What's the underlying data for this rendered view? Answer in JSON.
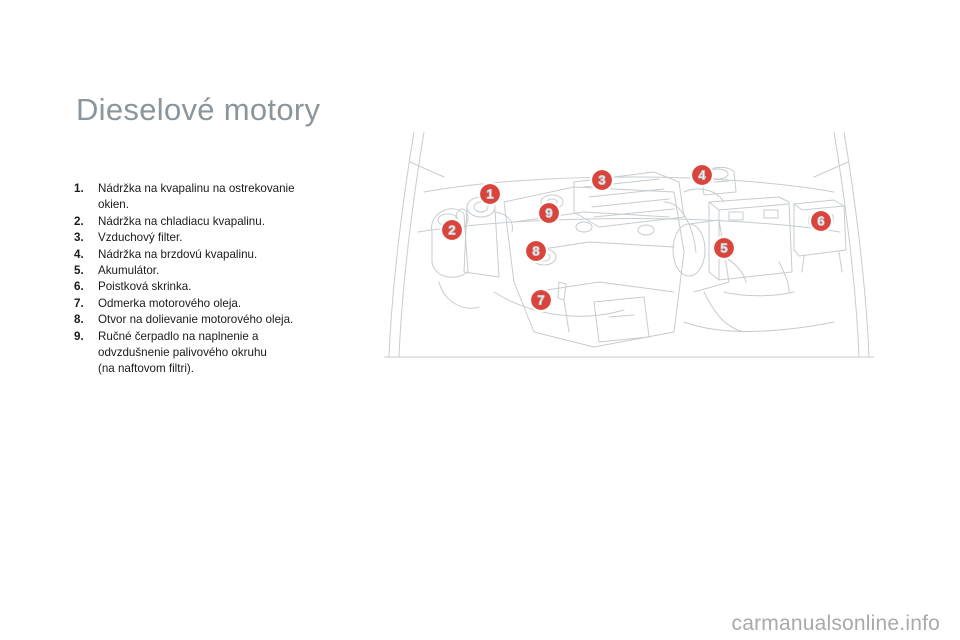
{
  "page": {
    "title": "Dieselové motory"
  },
  "legend": [
    {
      "number": "1.",
      "text": "Nádržka na kvapalinu na ostrekovanie\nokien."
    },
    {
      "number": "2.",
      "text": "Nádržka na chladiacu kvapalinu."
    },
    {
      "number": "3.",
      "text": "Vzduchový filter."
    },
    {
      "number": "4.",
      "text": "Nádržka na brzdovú kvapalinu."
    },
    {
      "number": "5.",
      "text": "Akumulátor."
    },
    {
      "number": "6.",
      "text": "Poistková skrinka."
    },
    {
      "number": "7.",
      "text": "Odmerka motorového oleja."
    },
    {
      "number": "8.",
      "text": "Otvor na dolievanie motorového oleja."
    },
    {
      "number": "9.",
      "text": "Ručné čerpadlo na naplnenie a\nodvzdušnenie palivového okruhu\n(na naftovom filtri)."
    }
  ],
  "figure": {
    "callouts": [
      "1",
      "2",
      "3",
      "4",
      "5",
      "6",
      "7",
      "8",
      "9"
    ],
    "callout_color": "#d9443c"
  },
  "watermark": "carmanualsonline.info"
}
